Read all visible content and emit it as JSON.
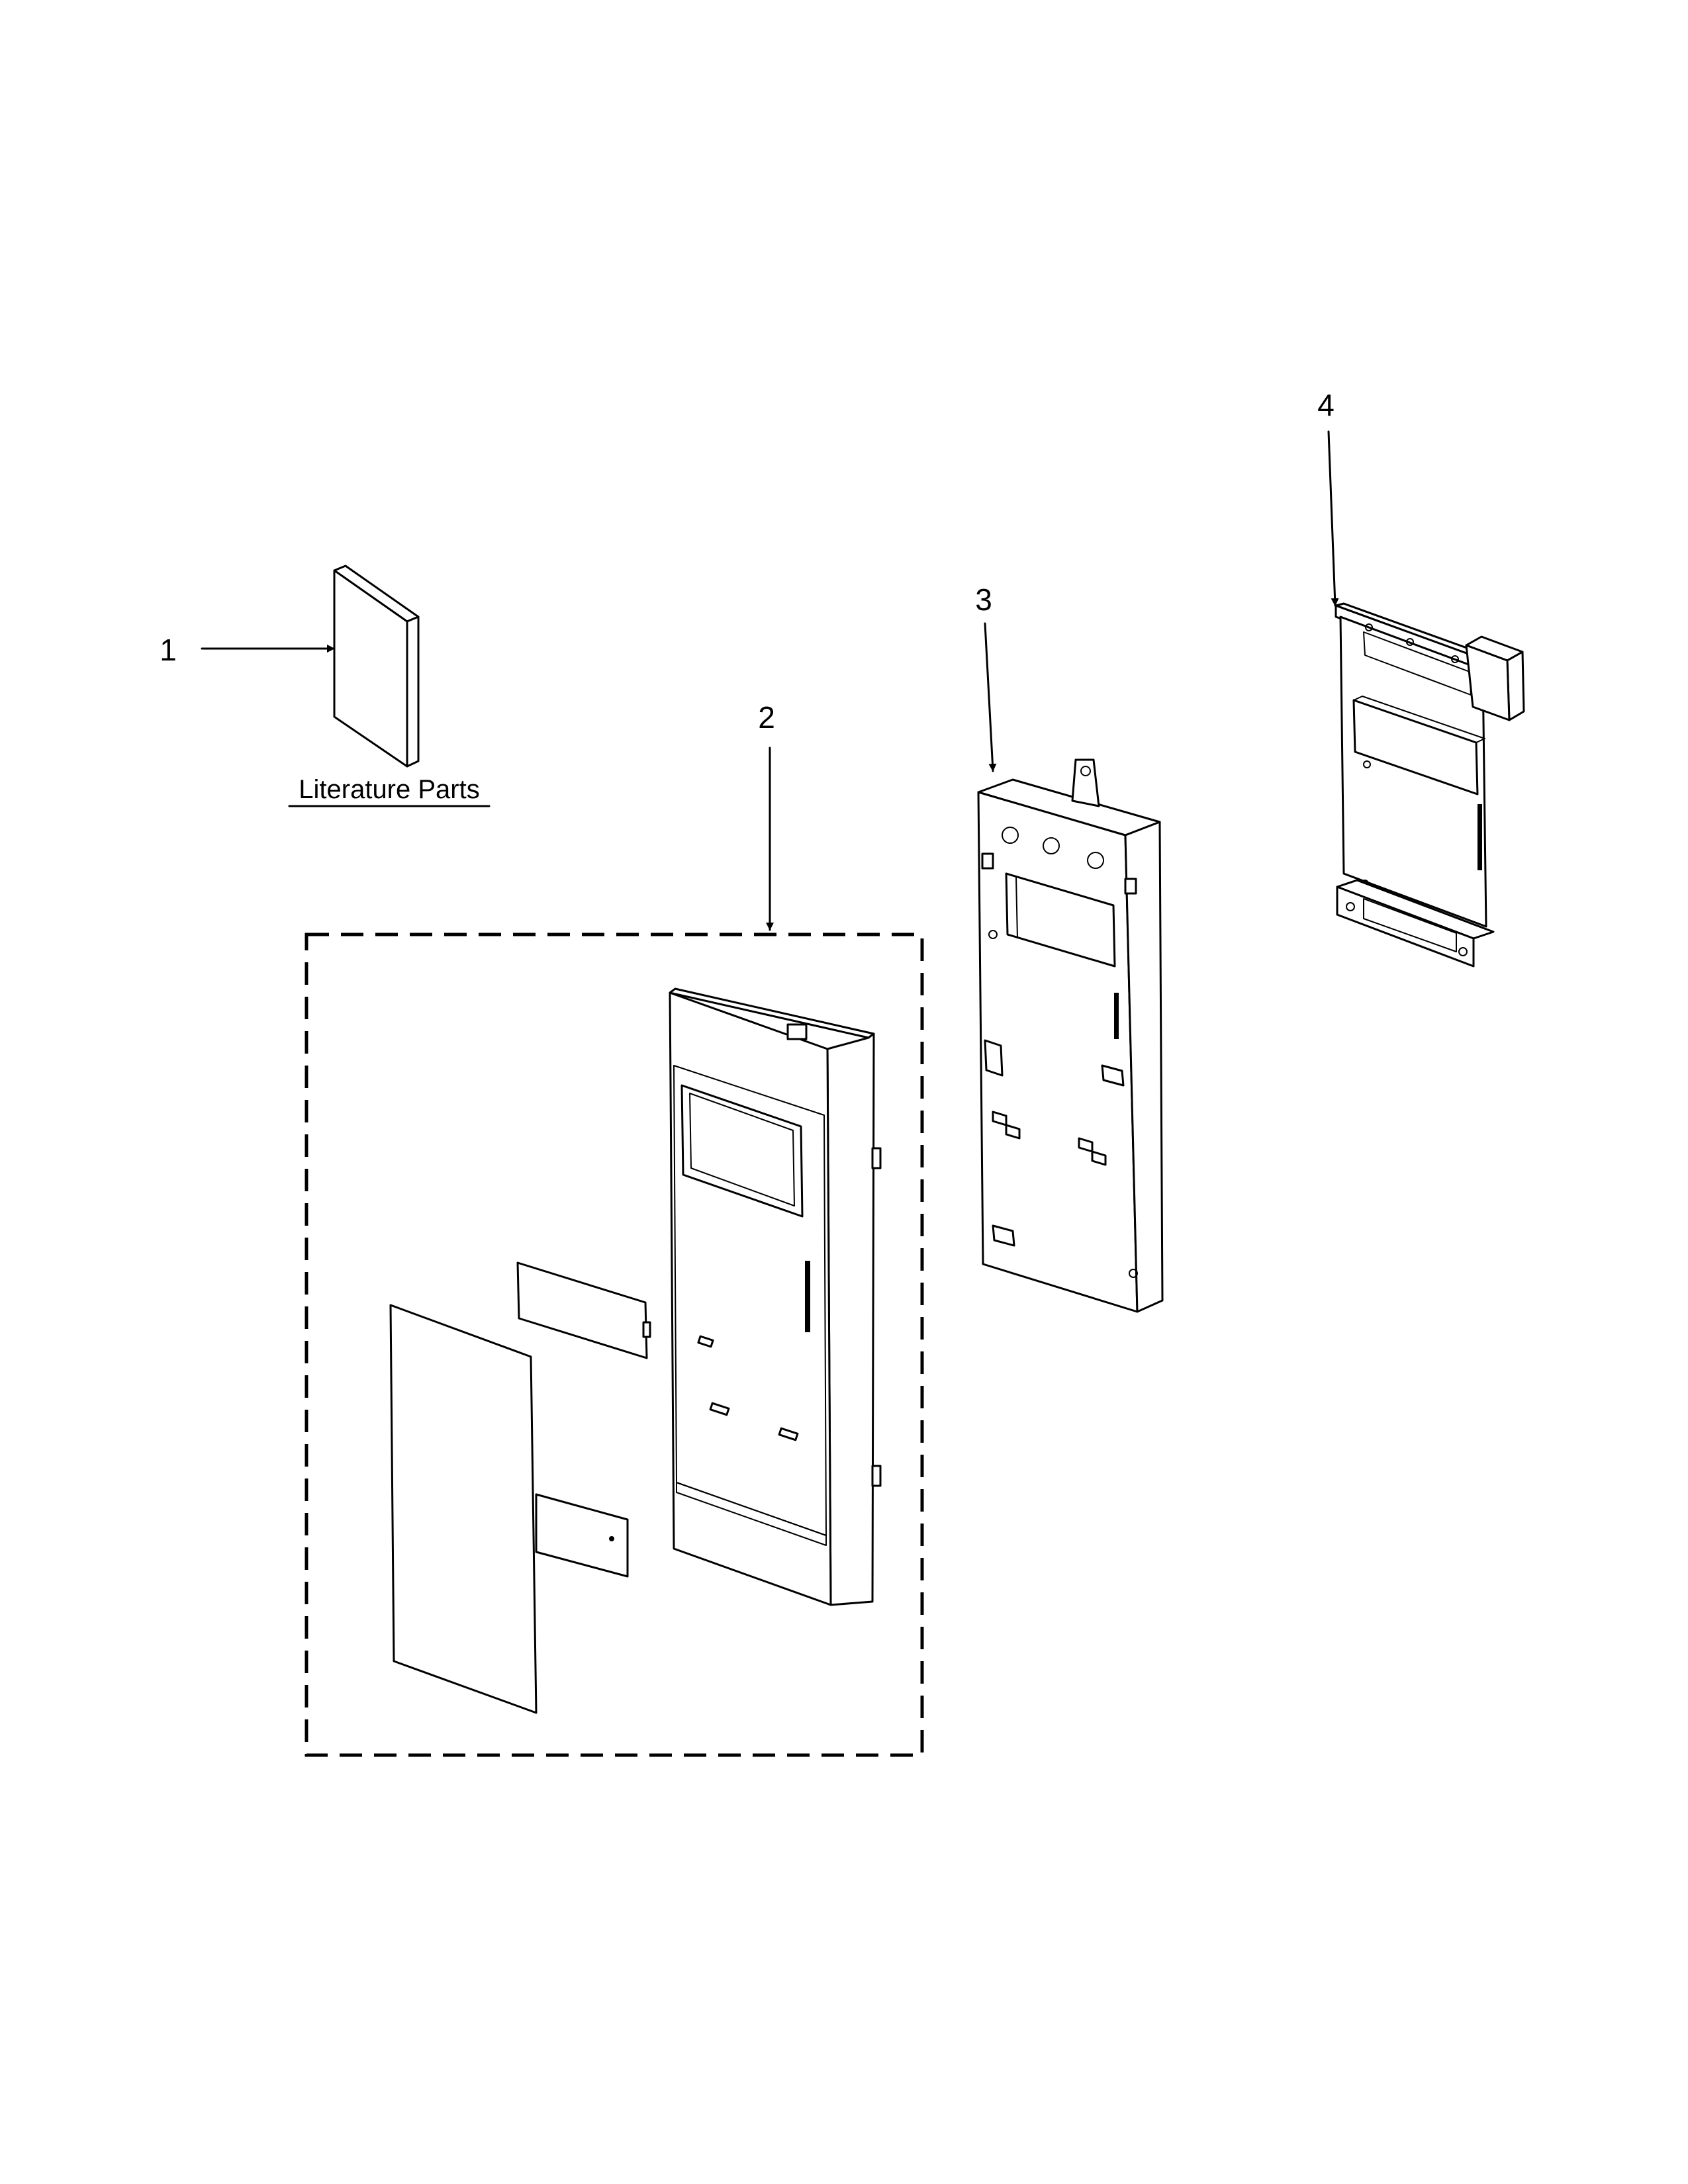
{
  "callouts": [
    {
      "label": "1"
    },
    {
      "label": "2"
    },
    {
      "label": "3"
    },
    {
      "label": "4"
    }
  ],
  "literature_caption": "Literature Parts",
  "colors": {
    "line": "#000000",
    "background": "#ffffff"
  }
}
